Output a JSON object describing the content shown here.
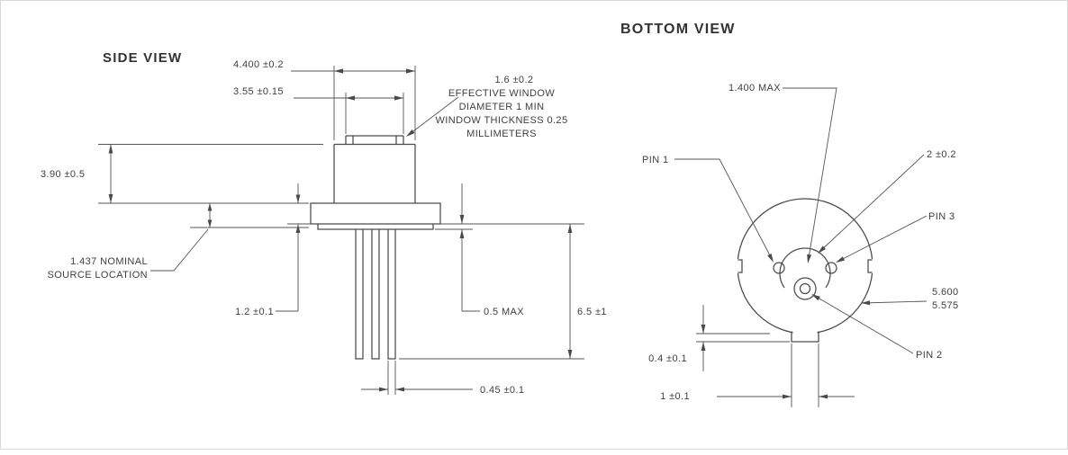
{
  "colors": {
    "line": "#4a4a4a",
    "text": "#3f3f3f",
    "background": "#ffffff"
  },
  "side_view": {
    "title": "SIDE VIEW",
    "dim_cap_diameter": "4.400 ±0.2",
    "dim_window_diameter": "3.55 ±0.15",
    "window_note_line1": "1.6 ±0.2",
    "window_note_line2": "EFFECTIVE WINDOW",
    "window_note_line3": "DIAMETER 1 MIN",
    "window_note_line4": "WINDOW THICKNESS 0.25",
    "window_note_line5": "MILLIMETERS",
    "dim_cap_height": "3.90 ±0.5",
    "source_note_line1": "1.437  NOMINAL",
    "source_note_line2": "SOURCE LOCATION",
    "dim_flange_thickness": "1.2 ±0.1",
    "dim_standoff": "0.5 MAX",
    "dim_pin_length": "6.5 ±1",
    "dim_pin_diameter": "0.45 ±0.1"
  },
  "bottom_view": {
    "title": "BOTTOM VIEW",
    "dim_center_boss": "1.400  MAX",
    "label_pin1": "PIN 1",
    "dim_pin_circle": "2 ±0.2",
    "label_pin3": "PIN 3",
    "dim_flange_diameter_upper": "5.600",
    "dim_flange_diameter_lower": "5.575",
    "label_pin2": "PIN 2",
    "dim_tab_height": "0.4 ±0.1",
    "dim_tab_width": "1 ±0.1"
  }
}
